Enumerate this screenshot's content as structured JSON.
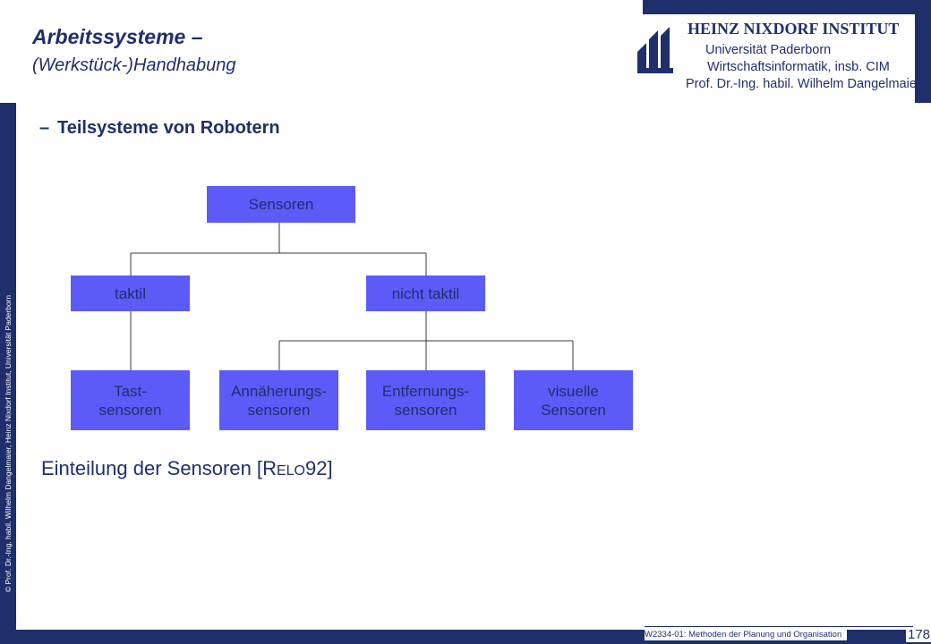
{
  "slide": {
    "title": "Arbeitssysteme –",
    "subtitle": "(Werkstück-)Handhabung",
    "bullet": "Teilsysteme von Robotern",
    "bullet_marker": "–",
    "caption_prefix": "Einteilung der Sensoren [",
    "caption_ref_first": "R",
    "caption_ref_smallcaps": "ELO",
    "caption_ref_year": "92",
    "caption_suffix": "]"
  },
  "institute": {
    "name": "HEINZ NIXDORF INSTITUT",
    "line1": "Universität Paderborn",
    "line2": "Wirtschaftsinformatik, insb. CIM",
    "line3": "Prof. Dr.-Ing. habil. Wilhelm Dangelmaier"
  },
  "sidebar": {
    "copyright": "© Prof. Dr.-Ing. habil. Wilhelm Dangelmaier, Heinz Nixdorf Institut, Universität Paderborn"
  },
  "footer": {
    "course": "W2334-01: Methoden der Planung und Organisation",
    "page": "178"
  },
  "diagram": {
    "root": "Sensoren",
    "level1": [
      "taktil",
      "nicht  taktil"
    ],
    "level2": [
      "Tast-\nsensoren",
      "Annäherungs-\nsensoren",
      "Entfernungs-\nsensoren",
      "visuelle\nSensoren"
    ]
  },
  "colors": {
    "brand_navy": "#1f2f6b",
    "node_fill": "#5b5bf8"
  }
}
